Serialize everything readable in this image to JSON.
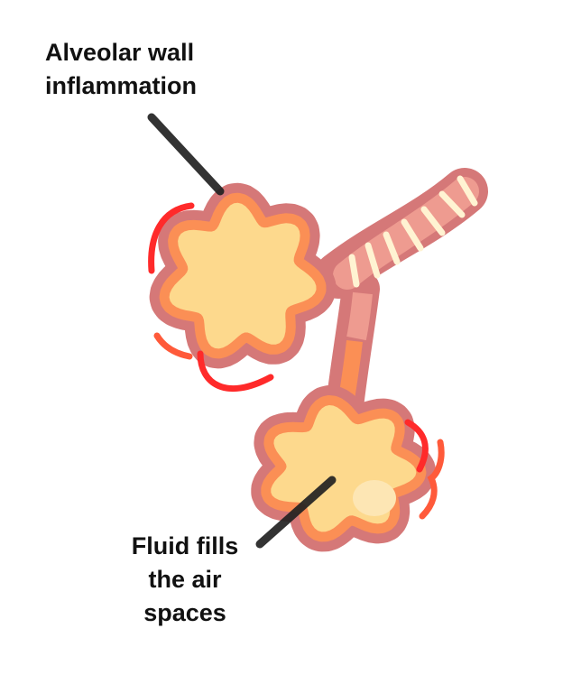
{
  "labels": {
    "top": [
      "Alveolar wall",
      "inflammation"
    ],
    "bottom": [
      "Fluid fills",
      "the air",
      "spaces"
    ]
  },
  "colors": {
    "wall": "#d57878",
    "inflamed_layer": "#fb8f55",
    "fluid": "#fdd98d",
    "fluid_light": "#fde6b4",
    "bronchus": "#ee9b90",
    "cartilage": "#fff3d2",
    "inflammation_marks": "#ff2a2a",
    "inflammation_marks_alt": "#ff5a3a",
    "pointer": "#222222"
  }
}
